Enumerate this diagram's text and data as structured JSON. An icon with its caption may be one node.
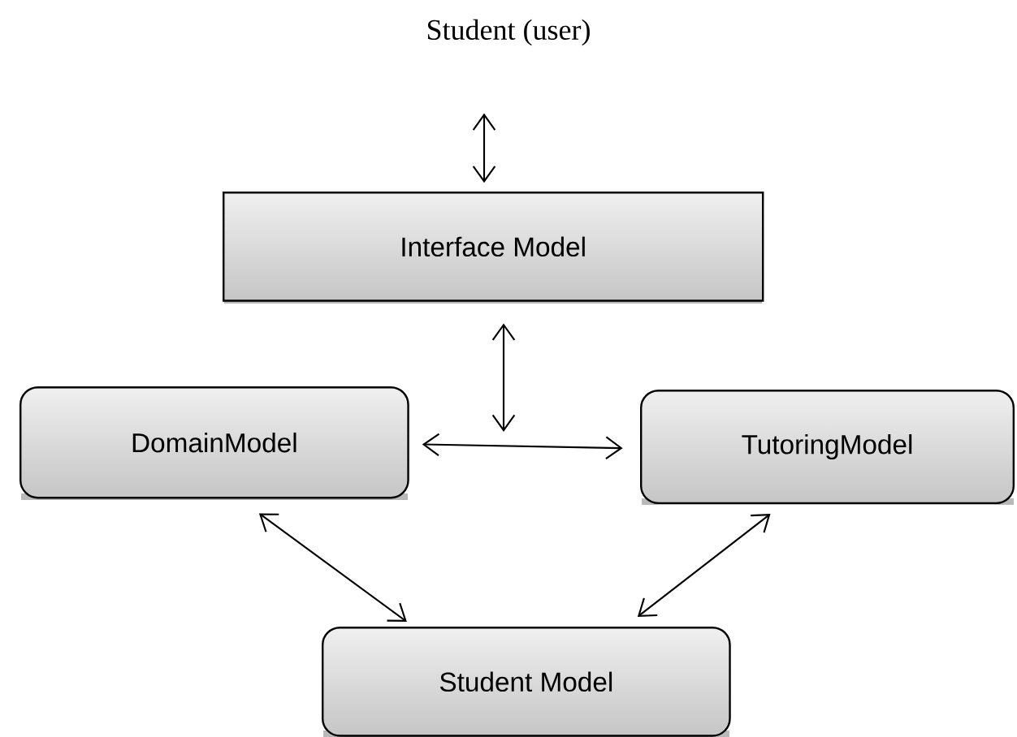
{
  "diagram": {
    "nodes": [
      {
        "text": [
          "Student (user)"
        ]
      },
      {
        "text": [
          "Interface Model"
        ]
      },
      {
        "text": [
          "DomainModel"
        ]
      },
      {
        "text": [
          "TutoringModel"
        ]
      },
      {
        "text": [
          "Student Model"
        ]
      }
    ],
    "edges": [
      {
        "from": 0,
        "to": 1,
        "arrow": "both"
      },
      {
        "from": 1,
        "to": null,
        "arrow": "both"
      },
      {
        "from": 2,
        "to": 3,
        "arrow": "both"
      },
      {
        "from": 2,
        "to": 4,
        "arrow": "both"
      },
      {
        "from": 3,
        "to": 4,
        "arrow": "both"
      }
    ]
  }
}
